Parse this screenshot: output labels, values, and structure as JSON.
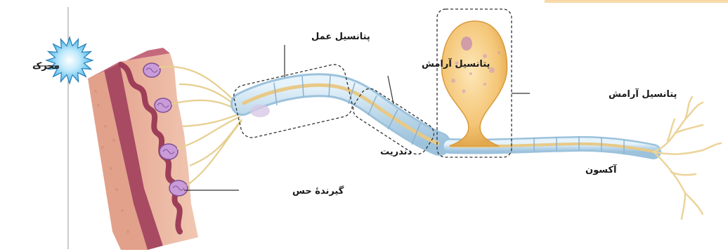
{
  "labels": {
    "stimulus": "محرک",
    "action_potential": "پتانسیل عمل",
    "resting_potential_dendrite": "پتانسیل آرامش",
    "resting_potential_soma": "پتانسیل آرامش",
    "dendrite": "دندریت",
    "axon": "آکسون",
    "sensory_receptor": "گیرندۀ حس"
  },
  "colors": {
    "skin_outer": "#e8b49a",
    "skin_dark": "#b45a6e",
    "nerve_fiber": "#e9cf8a",
    "myelin": "#bcd8ea",
    "cell_body": "#f3c67d",
    "stimulus_star": "#5fc3ef"
  },
  "icons": {
    "stimulus": "star-burst-icon"
  }
}
